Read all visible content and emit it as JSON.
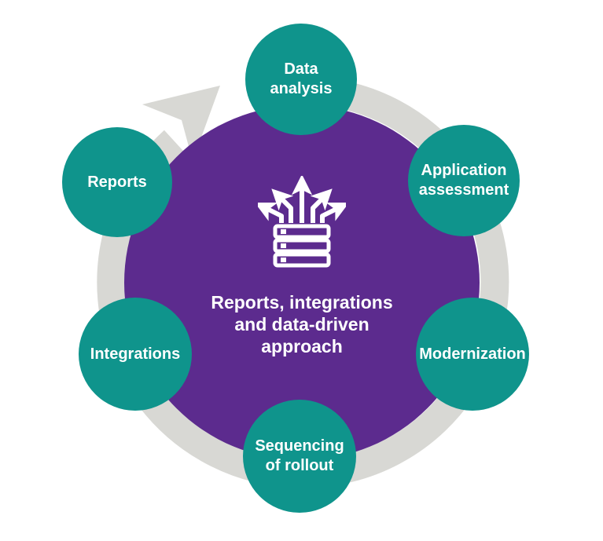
{
  "diagram": {
    "title": "",
    "center": {
      "label": "Reports, integrations\nand data-driven\napproach",
      "icon": "server-with-branching-arrows-icon"
    },
    "nodes": [
      {
        "id": "data-analysis",
        "label": "Data\nanalysis"
      },
      {
        "id": "application-assessment",
        "label": "Application\nassessment"
      },
      {
        "id": "modernization",
        "label": "Modernization"
      },
      {
        "id": "sequencing-of-rollout",
        "label": "Sequencing\nof rollout"
      },
      {
        "id": "integrations",
        "label": "Integrations"
      },
      {
        "id": "reports",
        "label": "Reports"
      }
    ],
    "flow_direction": "clockwise"
  },
  "colors": {
    "node_teal": "#0f948c",
    "center_purple": "#5c2b8e",
    "ring_gray": "#d8d8d4",
    "label_white": "#ffffff"
  }
}
